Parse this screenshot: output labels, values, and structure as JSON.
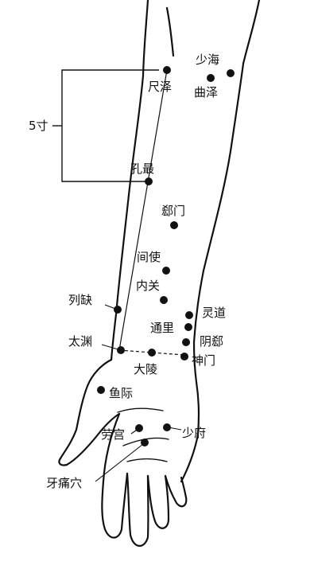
{
  "bracket_label": "5寸",
  "points": [
    {
      "id": "chize",
      "label": "尺泽"
    },
    {
      "id": "shaohai",
      "label": "少海"
    },
    {
      "id": "quze",
      "label": "曲泽"
    },
    {
      "id": "kongzui",
      "label": "孔最"
    },
    {
      "id": "ximen",
      "label": "郄门"
    },
    {
      "id": "jianshi",
      "label": "间使"
    },
    {
      "id": "neiguan",
      "label": "内关"
    },
    {
      "id": "lieque",
      "label": "列缺"
    },
    {
      "id": "lingdao",
      "label": "灵道"
    },
    {
      "id": "tongli",
      "label": "通里"
    },
    {
      "id": "taiyuan",
      "label": "太渊"
    },
    {
      "id": "yinxi",
      "label": "阴郄"
    },
    {
      "id": "shenmen",
      "label": "神门"
    },
    {
      "id": "daling",
      "label": "大陵"
    },
    {
      "id": "yuji",
      "label": "鱼际"
    },
    {
      "id": "laogong",
      "label": "劳宫"
    },
    {
      "id": "shaofu",
      "label": "少府"
    },
    {
      "id": "yatongxue",
      "label": "牙痛穴"
    }
  ],
  "colors": {
    "ink": "#111111",
    "background": "#ffffff"
  }
}
